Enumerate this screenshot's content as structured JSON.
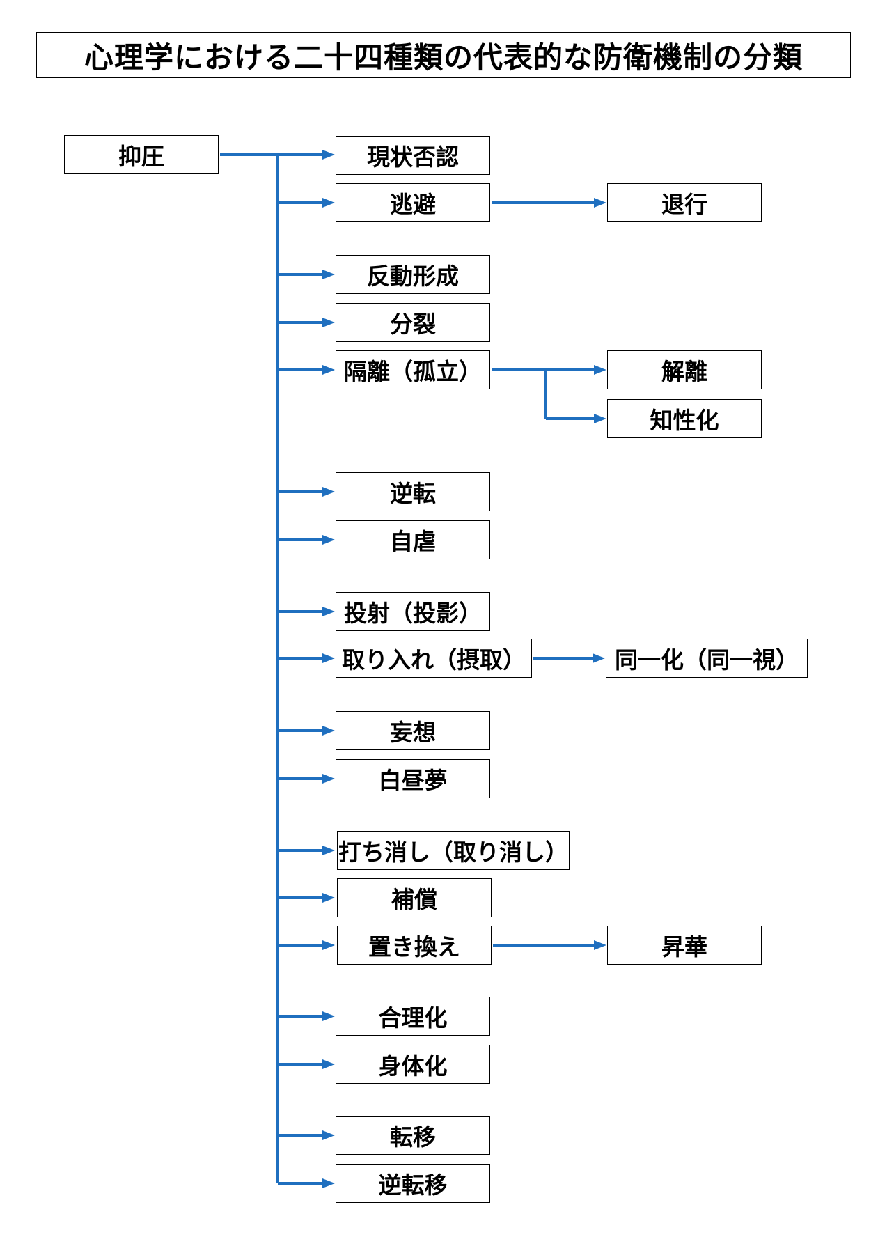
{
  "title": "心理学における二十四種類の代表的な防衛機制の分類",
  "colors": {
    "connector": "#1f6fbf",
    "box_border": "#000000",
    "text": "#000000"
  },
  "root": "抑圧",
  "nodes": {
    "gentjou_hinin": "現状否認",
    "touhi": "逃避",
    "taikou": "退行",
    "handou_keisei": "反動形成",
    "bunretsu": "分裂",
    "kakuri": "隔離（孤立）",
    "kairi": "解離",
    "chiseika": "知性化",
    "gyakuten": "逆転",
    "jigyaku": "自虐",
    "toushya": "投射（投影）",
    "toriire": "取り入れ（摂取）",
    "douitsuka": "同一化（同一視）",
    "mousou": "妄想",
    "hakuchumu": "白昼夢",
    "uchikeshi": "打ち消し（取り消し）",
    "hoshou": "補償",
    "okikae": "置き換え",
    "shouka": "昇華",
    "gourika": "合理化",
    "shintaika": "身体化",
    "teni": "転移",
    "gyaku_teni": "逆転移"
  }
}
